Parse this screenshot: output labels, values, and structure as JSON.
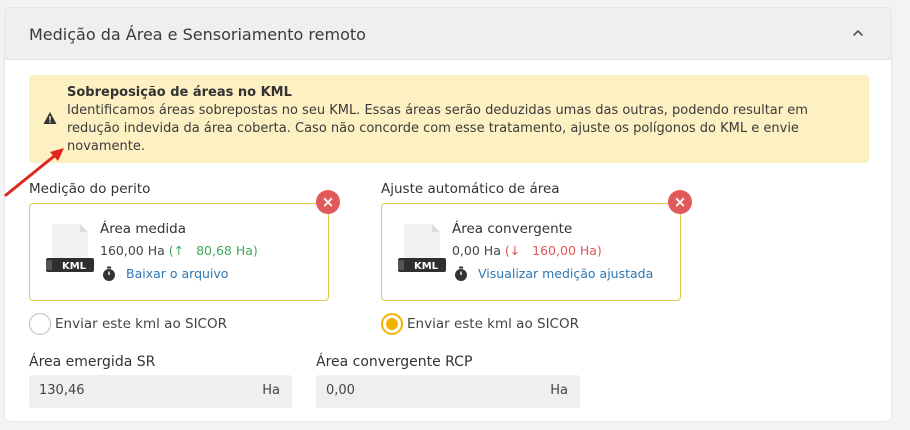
{
  "section": {
    "title": "Medição da Área e Sensoriamento remoto"
  },
  "alert": {
    "title": "Sobreposição de áreas no KML",
    "body": "Identificamos áreas sobrepostas no seu KML. Essas áreas serão deduzidas umas das outras, podendo resultar em redução indevida da área coberta. Caso não concorde com esse tratamento, ajuste os polígonos do KML e envie novamente."
  },
  "perito": {
    "label": "Medição do perito",
    "card_title": "Área medida",
    "area": "160,00 Ha",
    "delta_arrow": "↑",
    "delta": "80,68 Ha)",
    "delta_prefix": "(",
    "link": "Baixar o arquivo",
    "file_badge": "KML",
    "close": "×"
  },
  "ajuste": {
    "label": "Ajuste automático de área",
    "card_title": "Área convergente",
    "area": "0,00 Ha",
    "delta_arrow": "↓",
    "delta": "160,00 Ha)",
    "delta_prefix": "(",
    "link": "Visualizar medição ajustada",
    "file_badge": "KML",
    "close": "×"
  },
  "radios": [
    {
      "label": "Enviar este kml ao SICOR",
      "selected": false
    },
    {
      "label": "Enviar este kml ao SICOR",
      "selected": true
    }
  ],
  "fields": [
    {
      "label": "Área emergida SR",
      "value": "130,46",
      "unit": "Ha"
    },
    {
      "label": "Área convergente RCP",
      "value": "0,00",
      "unit": "Ha"
    }
  ],
  "colors": {
    "accent": "#f0b400",
    "card_border": "#e8c74a",
    "alert_bg": "#fdf0c2",
    "close": "#e05a5a",
    "link": "#2e77b5",
    "up": "#3faa5a",
    "down": "#e05555"
  }
}
